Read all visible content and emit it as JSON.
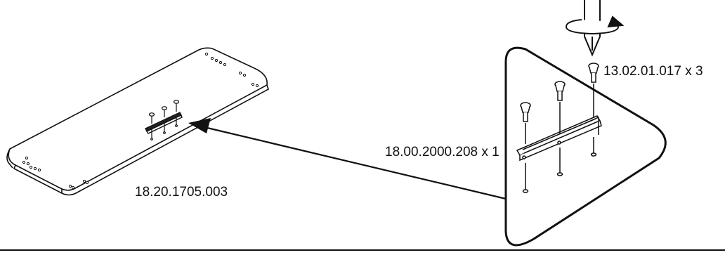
{
  "labels": {
    "panel_part": "18.20.1705.003",
    "bracket_part": "18.00.2000.208 x 1",
    "screw_part": "13.02.01.017 x 3"
  },
  "icons": {
    "screwdriver": "screwdriver-icon",
    "rotation": "rotation-arrow-icon"
  },
  "colors": {
    "stroke": "#111111",
    "background": "#ffffff"
  }
}
